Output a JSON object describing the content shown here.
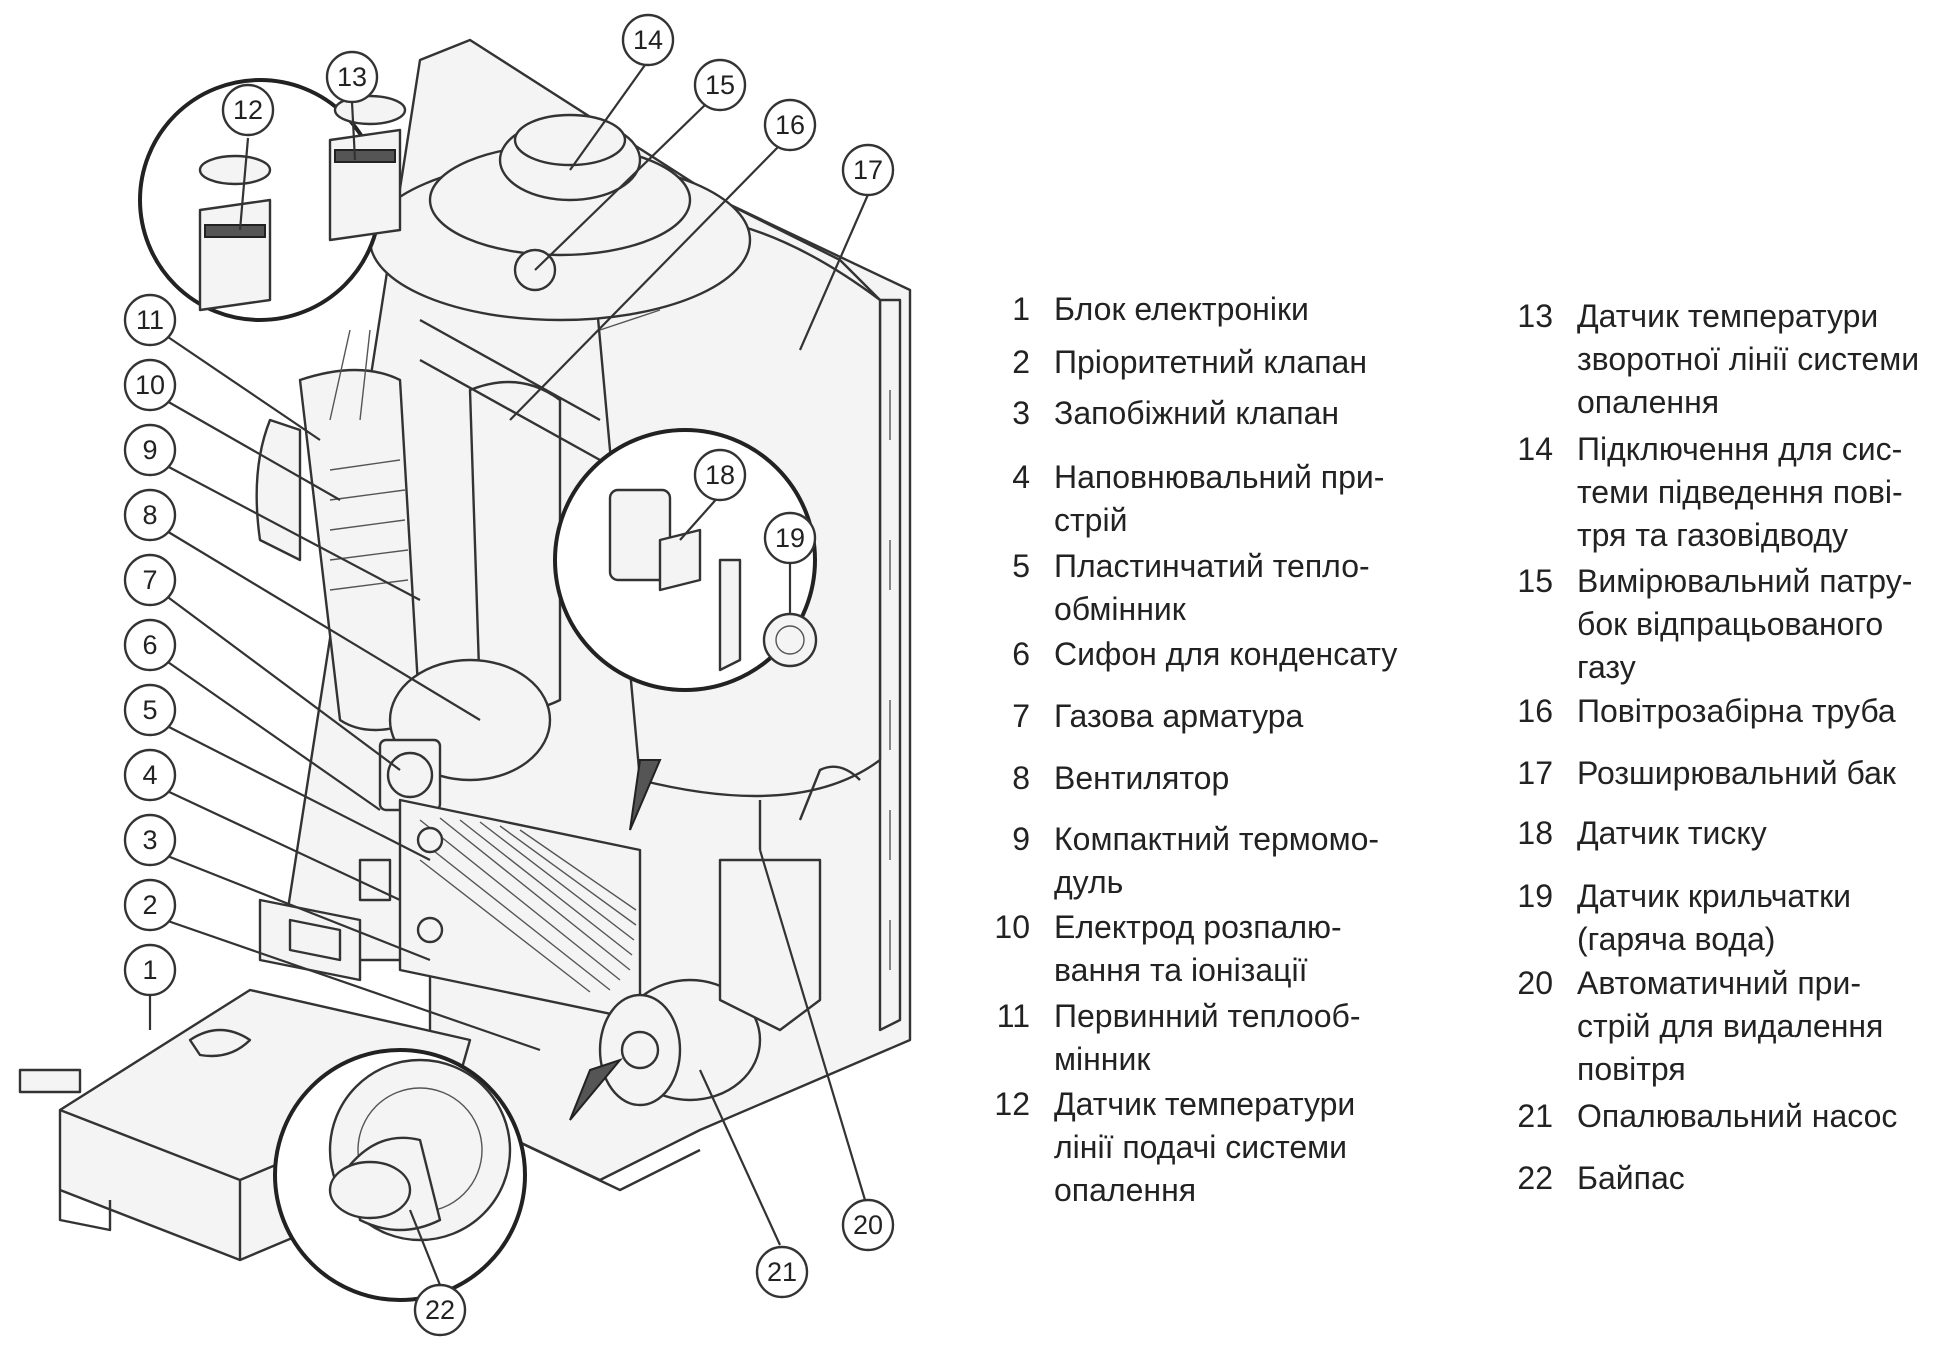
{
  "diagram": {
    "callouts": [
      "1",
      "2",
      "3",
      "4",
      "5",
      "6",
      "7",
      "8",
      "9",
      "10",
      "11",
      "12",
      "13",
      "14",
      "15",
      "16",
      "17",
      "18",
      "19",
      "20",
      "21",
      "22"
    ]
  },
  "legend": {
    "left": [
      {
        "num": "1",
        "text": "Блок електроніки"
      },
      {
        "num": "2",
        "text": "Пріоритетний клапан"
      },
      {
        "num": "3",
        "text": "Запобіжний клапан"
      },
      {
        "num": "4",
        "text": "Наповнювальний при-\nстрій"
      },
      {
        "num": "5",
        "text": "Пластинчатий тепло-\nобмінник"
      },
      {
        "num": "6",
        "text": "Сифон для конденсату"
      },
      {
        "num": "7",
        "text": "Газова арматура"
      },
      {
        "num": "8",
        "text": "Вентилятор"
      },
      {
        "num": "9",
        "text": "Компактний термомо-\nдуль"
      },
      {
        "num": "10",
        "text": "Електрод розпалю-\nвання та іонізації"
      },
      {
        "num": "11",
        "text": "Первинний теплооб-\nмінник"
      },
      {
        "num": "12",
        "text": "Датчик температури\nлінії подачі системи\nопалення"
      }
    ],
    "right": [
      {
        "num": "13",
        "text": "Датчик температури\nзворотної лінії системи\nопалення"
      },
      {
        "num": "14",
        "text": "Підключення для сис-\nтеми підведення пові-\nтря та газовідводу"
      },
      {
        "num": "15",
        "text": "Вимірювальний патру-\nбок відпрацьованого\nгазу"
      },
      {
        "num": "16",
        "text": "Повітрозабірна труба"
      },
      {
        "num": "17",
        "text": "Розширювальний бак"
      },
      {
        "num": "18",
        "text": "Датчик тиску"
      },
      {
        "num": "19",
        "text": "Датчик крильчатки\n(гаряча вода)"
      },
      {
        "num": "20",
        "text": "Автоматичний при-\nстрій для видалення\nповітря"
      },
      {
        "num": "21",
        "text": "Опалювальний насос"
      },
      {
        "num": "22",
        "text": "Байпас"
      }
    ]
  }
}
